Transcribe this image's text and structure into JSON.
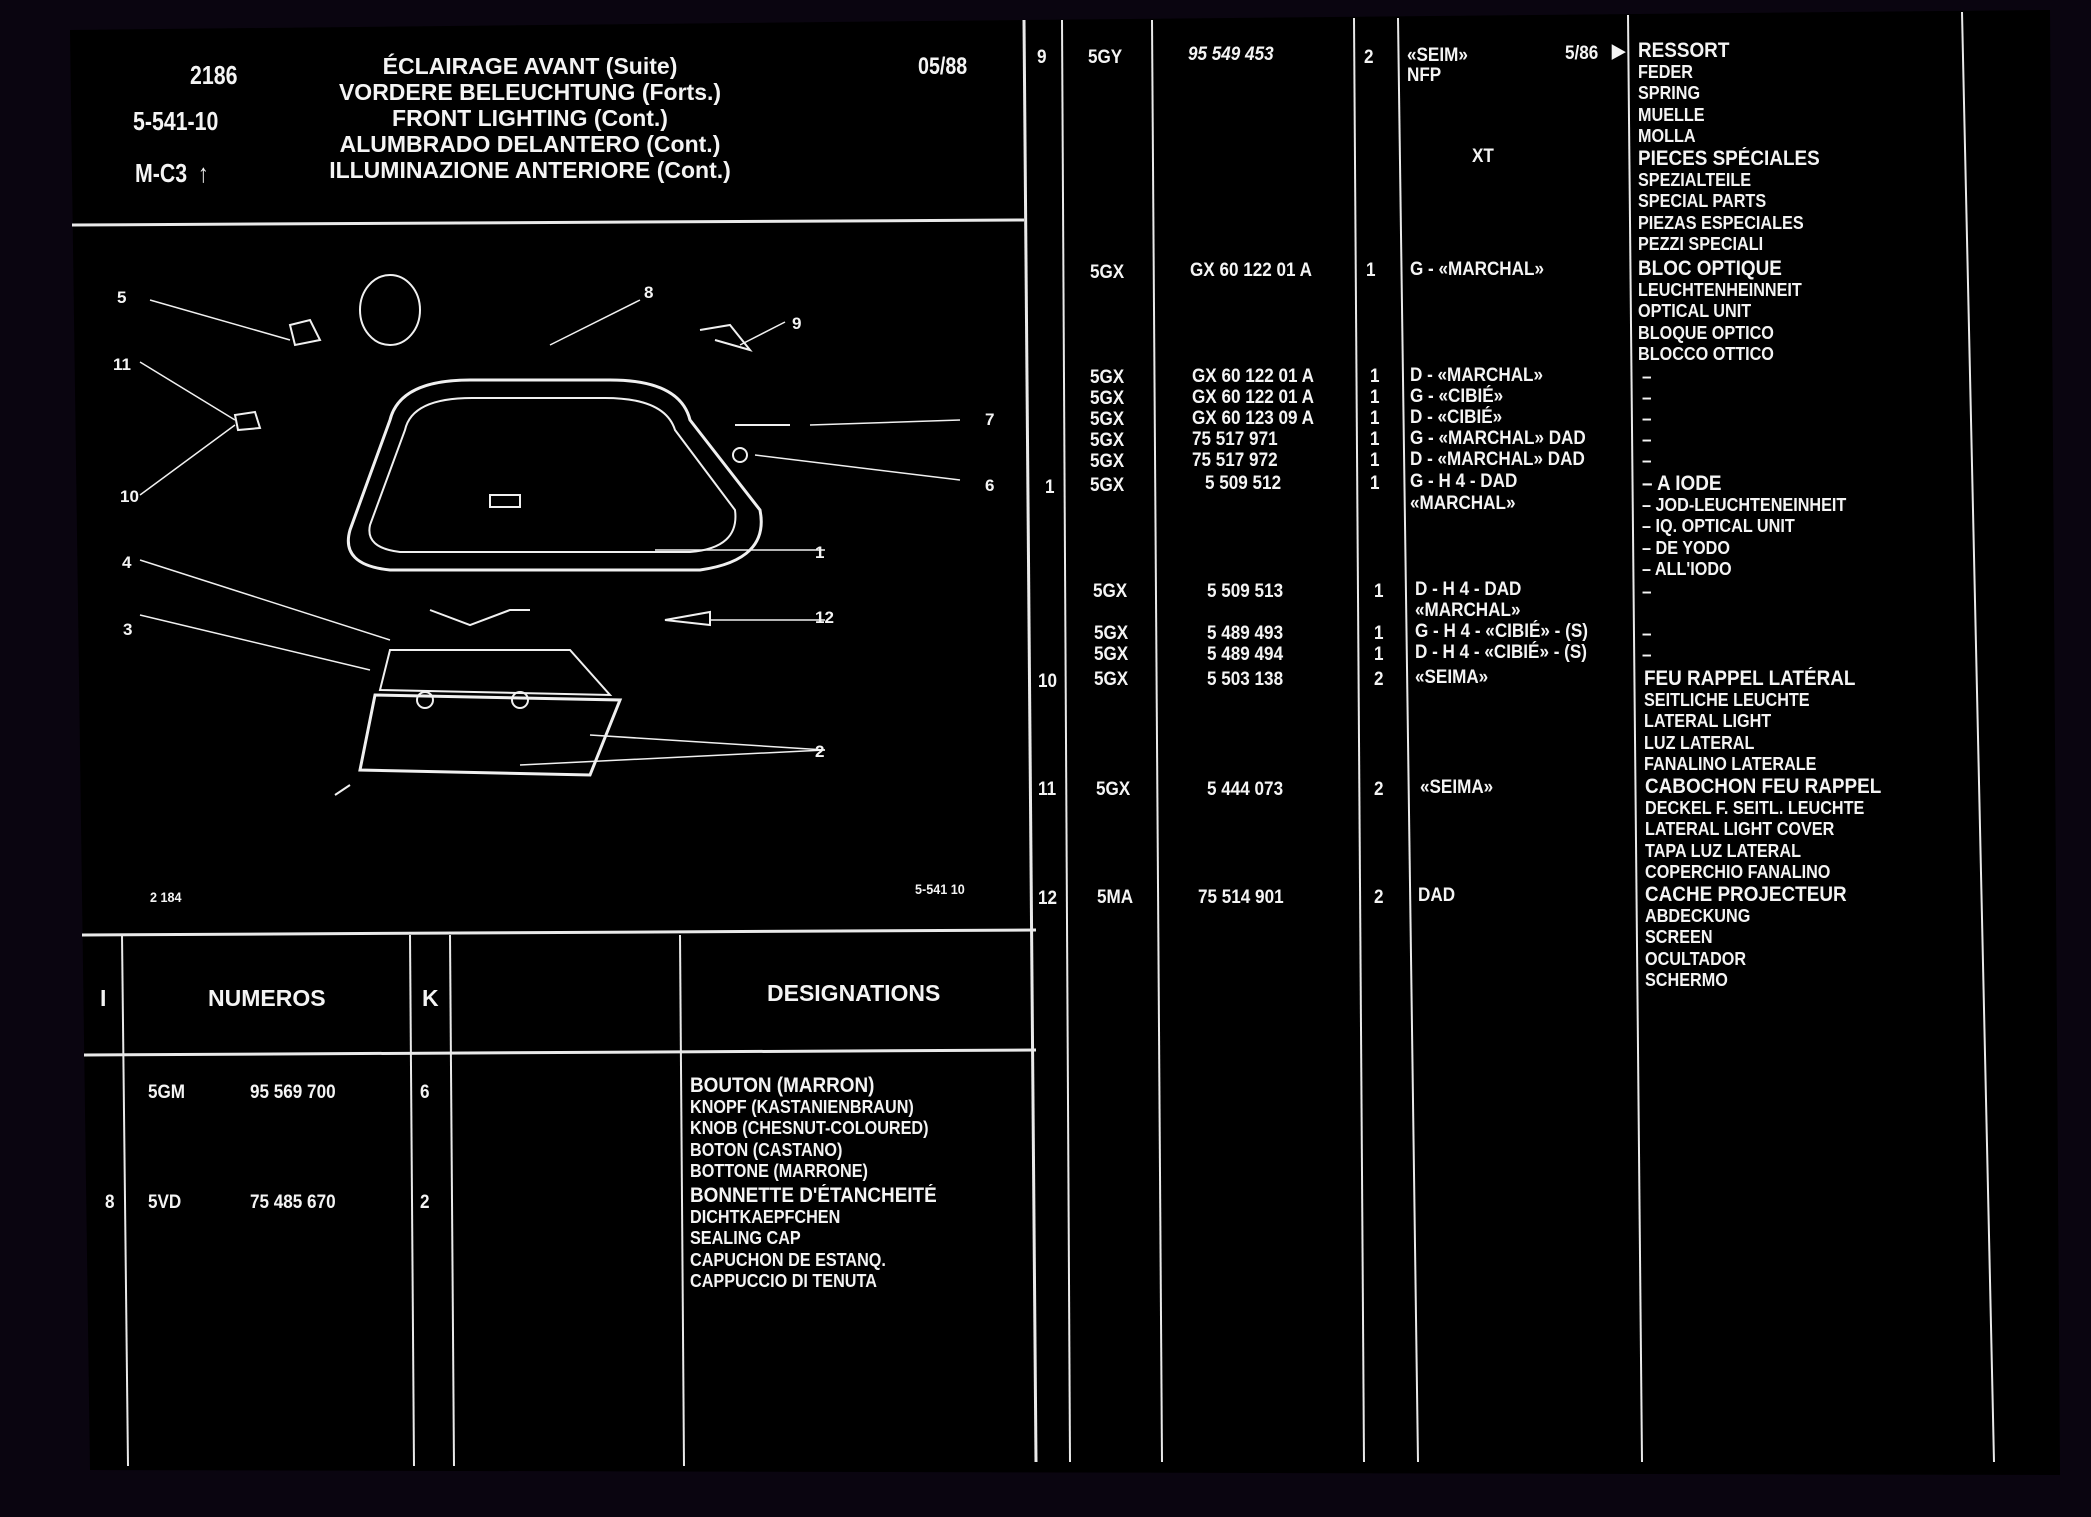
{
  "header": {
    "page_number": "2186",
    "reference": "5-541-10",
    "section": "M-C3",
    "section_arrow": "↑",
    "titles": [
      "ÉCLAIRAGE AVANT (Suite)",
      "VORDERE BELEUCHTUNG (Forts.)",
      "FRONT LIGHTING (Cont.)",
      "ALUMBRADO DELANTERO (Cont.)",
      "ILLUMINAZIONE ANTERIORE (Cont.)"
    ],
    "date": "05/88"
  },
  "diagram": {
    "figure_number": "2 184",
    "figure_reference": "5-541  10",
    "callouts": [
      "1",
      "2",
      "3",
      "4",
      "5",
      "6",
      "7",
      "8",
      "9",
      "10",
      "11",
      "12"
    ]
  },
  "table": {
    "headers": {
      "index": "I",
      "numbers": "NUMEROS",
      "k": "K",
      "designations": "DESIGNATIONS"
    }
  },
  "left_rows": [
    {
      "index": "",
      "code": "5GM",
      "part": "95 569 700",
      "qty": "6",
      "note": "",
      "designations": [
        "BOUTON (MARRON)",
        "KNOPF (KASTANIENBRAUN)",
        "KNOB (CHESNUT-COLOURED)",
        "BOTON (CASTANO)",
        "BOTTONE (MARRONE)"
      ]
    },
    {
      "index": "8",
      "code": "5VD",
      "part": "75 485 670",
      "qty": "2",
      "note": "",
      "designations": [
        "BONNETTE D'ÉTANCHEITÉ",
        "DICHTKAEPFCHEN",
        "SEALING CAP",
        "CAPUCHON DE ESTANQ.",
        "CAPPUCCIO DI TENUTA"
      ]
    }
  ],
  "right_rows": [
    {
      "index": "9",
      "code": "5GY",
      "part": "95 549 453",
      "qty": "2",
      "note": "«SEIM»",
      "note2": "NFP",
      "date": "5/86",
      "flag": "▶",
      "designations": [
        "RESSORT",
        "FEDER",
        "SPRING",
        "MUELLE",
        "MOLLA"
      ]
    },
    {
      "index": "",
      "code": "",
      "part": "",
      "qty": "",
      "note": "XT",
      "designations": [
        "PIECES SPÉCIALES",
        "SPEZIALTEILE",
        "SPECIAL PARTS",
        "PIEZAS ESPECIALES",
        "PEZZI SPECIALI"
      ]
    },
    {
      "index": "",
      "code": "5GX",
      "part": "GX 60 122 01 A",
      "qty": "1",
      "note": "G - «MARCHAL»",
      "designations": [
        "BLOC OPTIQUE",
        "LEUCHTENHEINNEIT",
        "OPTICAL UNIT",
        "BLOQUE OPTICO",
        "BLOCCO OTTICO"
      ]
    },
    {
      "index": "",
      "code": "5GX",
      "part": "GX 60 122 01 A",
      "qty": "1",
      "note": "D - «MARCHAL»",
      "designations": [
        "–"
      ]
    },
    {
      "index": "",
      "code": "5GX",
      "part": "GX 60 122 01 A",
      "qty": "1",
      "note": "G - «CIBIÉ»",
      "designations": [
        "–"
      ]
    },
    {
      "index": "",
      "code": "5GX",
      "part": "GX 60 123 09 A",
      "qty": "1",
      "note": "D - «CIBIÉ»",
      "designations": [
        "–"
      ]
    },
    {
      "index": "",
      "code": "5GX",
      "part": "75 517 971",
      "qty": "1",
      "note": "G - «MARCHAL» DAD",
      "designations": [
        "–"
      ]
    },
    {
      "index": "",
      "code": "5GX",
      "part": "75 517 972",
      "qty": "1",
      "note": "D - «MARCHAL» DAD",
      "designations": [
        "–"
      ]
    },
    {
      "index": "1",
      "code": "5GX",
      "part": "5 509 512",
      "qty": "1",
      "note": "G - H 4 - DAD",
      "note2": "«MARCHAL»",
      "designations": [
        "– A IODE",
        "– JOD-LEUCHTENEINHEIT",
        "– IQ. OPTICAL UNIT",
        "– DE YODO",
        "– ALL'IODO"
      ]
    },
    {
      "index": "",
      "code": "5GX",
      "part": "5 509 513",
      "qty": "1",
      "note": "D - H 4 - DAD",
      "note2": "«MARCHAL»",
      "designations": [
        "–"
      ]
    },
    {
      "index": "",
      "code": "5GX",
      "part": "5 489 493",
      "qty": "1",
      "note": "G - H 4 - «CIBIÉ» - (S)",
      "designations": [
        "–"
      ]
    },
    {
      "index": "",
      "code": "5GX",
      "part": "5 489 494",
      "qty": "1",
      "note": "D - H 4 - «CIBIÉ» - (S)",
      "designations": [
        "–"
      ]
    },
    {
      "index": "10",
      "code": "5GX",
      "part": "5 503 138",
      "qty": "2",
      "note": "«SEIMA»",
      "designations": [
        "FEU RAPPEL LATÉRAL",
        "SEITLICHE LEUCHTE",
        "LATERAL LIGHT",
        "LUZ LATERAL",
        "FANALINO LATERALE"
      ]
    },
    {
      "index": "11",
      "code": "5GX",
      "part": "5 444 073",
      "qty": "2",
      "note": "«SEIMA»",
      "designations": [
        "CABOCHON FEU RAPPEL",
        "DECKEL F. SEITL. LEUCHTE",
        "LATERAL LIGHT COVER",
        "TAPA LUZ LATERAL",
        "COPERCHIO FANALINO"
      ]
    },
    {
      "index": "12",
      "code": "5MA",
      "part": "75 514 901",
      "qty": "2",
      "note": "DAD",
      "designations": [
        "CACHE PROJECTEUR",
        "ABDECKUNG",
        "SCREEN",
        "OCULTADOR",
        "SCHERMO"
      ]
    }
  ]
}
